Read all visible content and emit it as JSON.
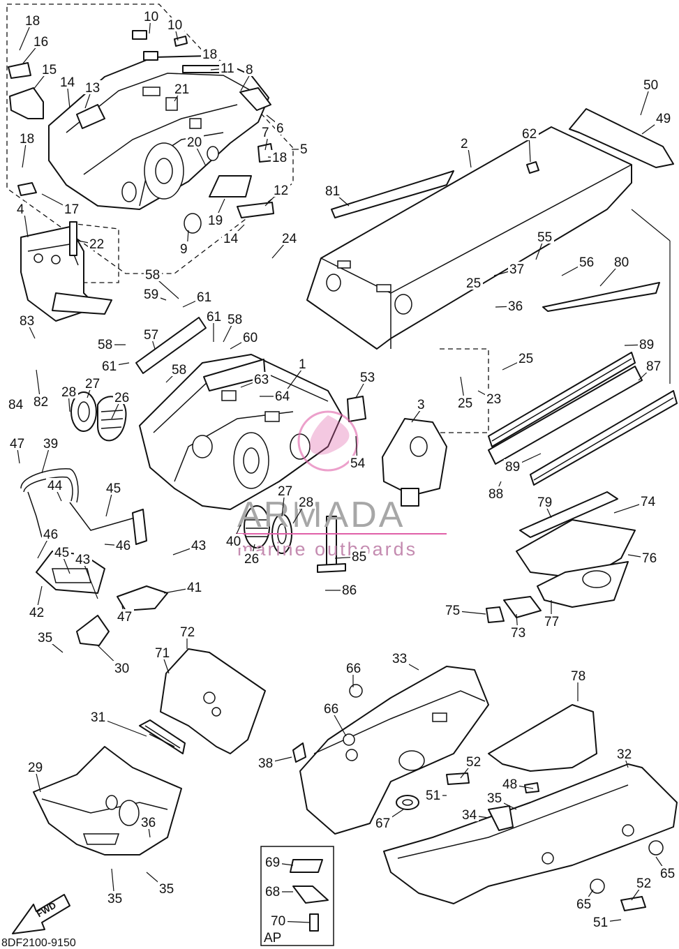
{
  "diagram_code": "8DF2100-9150",
  "fwd_label": "FWD",
  "ap_label": "AP",
  "watermark": {
    "brand": "ARMADA",
    "tagline": "marine outboards",
    "accent_color": "#e060a8"
  },
  "part_numbers": [
    "1",
    "2",
    "3",
    "4",
    "5",
    "6",
    "7",
    "8",
    "9",
    "10",
    "10",
    "11",
    "12",
    "13",
    "14",
    "14",
    "15",
    "16",
    "17",
    "18",
    "18",
    "18",
    "18",
    "19",
    "20",
    "21",
    "22",
    "23",
    "24",
    "25",
    "25",
    "25",
    "26",
    "26",
    "27",
    "27",
    "28",
    "28",
    "29",
    "30",
    "31",
    "32",
    "33",
    "34",
    "35",
    "35",
    "35",
    "35",
    "36",
    "36",
    "37",
    "38",
    "39",
    "40",
    "41",
    "42",
    "43",
    "43",
    "44",
    "45",
    "45",
    "46",
    "46",
    "47",
    "47",
    "48",
    "49",
    "50",
    "51",
    "51",
    "52",
    "52",
    "53",
    "54",
    "55",
    "56",
    "57",
    "58",
    "58",
    "58",
    "58",
    "59",
    "60",
    "61",
    "61",
    "61",
    "62",
    "63",
    "64",
    "65",
    "65",
    "66",
    "66",
    "67",
    "68",
    "69",
    "70",
    "71",
    "72",
    "73",
    "74",
    "75",
    "76",
    "77",
    "78",
    "79",
    "80",
    "81",
    "82",
    "83",
    "84",
    "85",
    "86",
    "87",
    "88",
    "89",
    "89"
  ]
}
